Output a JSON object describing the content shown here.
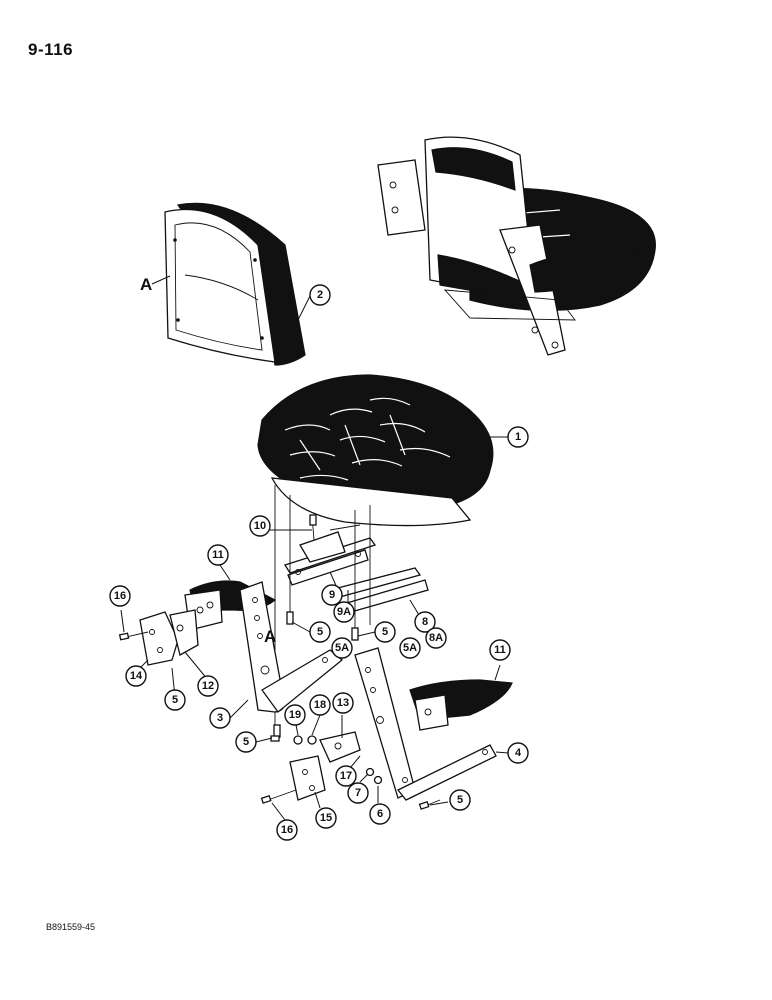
{
  "page": {
    "number": "9-116",
    "figure_code": "B891559-45"
  },
  "marks": {
    "view_letter_backrest": "A",
    "view_letter_bracket": "A"
  },
  "callouts": [
    {
      "id": "c1",
      "label": "1"
    },
    {
      "id": "c2",
      "label": "2"
    },
    {
      "id": "c3",
      "label": "3"
    },
    {
      "id": "c4",
      "label": "4"
    },
    {
      "id": "c5a",
      "label": "5"
    },
    {
      "id": "c5b",
      "label": "5"
    },
    {
      "id": "c5c",
      "label": "5"
    },
    {
      "id": "c5d",
      "label": "5"
    },
    {
      "id": "c5e",
      "label": "5"
    },
    {
      "id": "c5A",
      "label": "5A"
    },
    {
      "id": "c5A2",
      "label": "5A"
    },
    {
      "id": "c6",
      "label": "6"
    },
    {
      "id": "c7",
      "label": "7"
    },
    {
      "id": "c8",
      "label": "8"
    },
    {
      "id": "c8A",
      "label": "8A"
    },
    {
      "id": "c9",
      "label": "9"
    },
    {
      "id": "c9A",
      "label": "9A"
    },
    {
      "id": "c10",
      "label": "10"
    },
    {
      "id": "c11a",
      "label": "11"
    },
    {
      "id": "c11b",
      "label": "11"
    },
    {
      "id": "c12",
      "label": "12"
    },
    {
      "id": "c13",
      "label": "13"
    },
    {
      "id": "c14",
      "label": "14"
    },
    {
      "id": "c15",
      "label": "15"
    },
    {
      "id": "c16a",
      "label": "16"
    },
    {
      "id": "c16b",
      "label": "16"
    },
    {
      "id": "c17",
      "label": "17"
    },
    {
      "id": "c18",
      "label": "18"
    },
    {
      "id": "c19",
      "label": "19"
    }
  ]
}
